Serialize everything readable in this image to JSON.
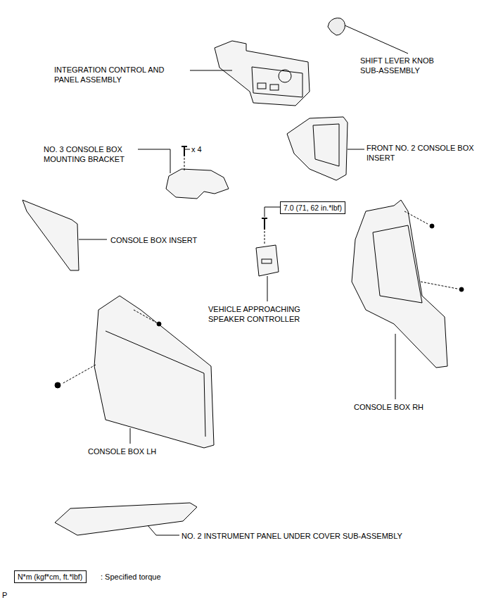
{
  "diagram": {
    "nodes": [
      {
        "text": [
          "7.0 (71, 62 in.*lbf)"
        ]
      },
      {
        "text": [
          "N*m (kgf*cm, ft.*lbf)"
        ]
      }
    ],
    "labels": [
      "INTEGRATION CONTROL AND PANEL ASSEMBLY",
      "SHIFT LEVER KNOB SUB-ASSEMBLY",
      "NO. 3 CONSOLE BOX MOUNTING BRACKET",
      "x 4",
      "FRONT NO. 2 CONSOLE BOX INSERT",
      "CONSOLE BOX INSERT",
      "VEHICLE APPROACHING SPEAKER CONTROLLER",
      "CONSOLE BOX RH",
      "CONSOLE BOX LH",
      "NO. 2 INSTRUMENT PANEL UNDER COVER SUB-ASSEMBLY",
      ": Specified torque",
      "P"
    ]
  }
}
